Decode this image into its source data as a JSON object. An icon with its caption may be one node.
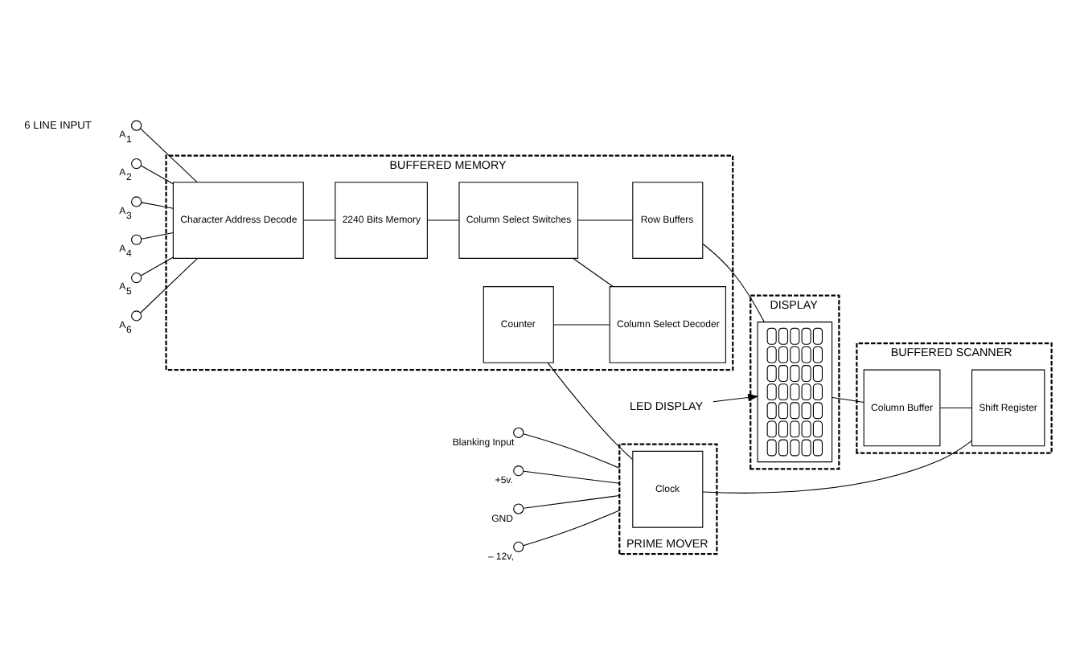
{
  "diagram": {
    "nodes": [
      {
        "text": [
          "BUFFERED MEMORY"
        ]
      },
      {
        "text": [
          "DISPLAY"
        ]
      },
      {
        "text": [
          "BUFFERED SCANNER"
        ]
      },
      {
        "text": [
          "PRIME MOVER"
        ]
      },
      {
        "text": [],
        "shape": "circle",
        "beside": [
          "A$_{1}$"
        ]
      },
      {
        "text": [],
        "shape": "circle",
        "beside": [
          "A$_{2}$"
        ]
      },
      {
        "text": [],
        "shape": "circle",
        "beside": [
          "A$_{3}$"
        ]
      },
      {
        "text": [],
        "shape": "circle",
        "beside": [
          "A$_{4}$"
        ]
      },
      {
        "text": [],
        "shape": "circle",
        "beside": [
          "A$_{5}$"
        ]
      },
      {
        "text": [],
        "shape": "circle",
        "beside": [
          "A$_{6}$"
        ]
      },
      {
        "text": [
          "Character Address Decode"
        ],
        "in": 0
      },
      {
        "text": [
          "2240 Bits Memory"
        ],
        "in": 0
      },
      {
        "text": [
          "Column Select Switches"
        ],
        "in": 0
      },
      {
        "text": [
          "Row Buffers"
        ],
        "in": 0
      },
      {
        "text": [],
        "shape": "picture",
        "in": 1
      },
      {
        "text": [
          "Counter"
        ],
        "in": 0
      },
      {
        "text": [
          "Column Select Decoder"
        ],
        "in": 0
      },
      {
        "text": [
          "Column Buffer"
        ],
        "in": 2
      },
      {
        "text": [
          "Shift Register"
        ],
        "in": 2
      },
      {
        "text": [
          "Clock"
        ],
        "in": 3
      },
      {
        "text": [],
        "shape": "circle",
        "beside": [
          "Blanking Input"
        ]
      },
      {
        "text": [],
        "shape": "circle",
        "beside": [
          "+5v."
        ]
      },
      {
        "text": [],
        "shape": "circle",
        "beside": [
          "GND"
        ]
      },
      {
        "text": [],
        "shape": "circle",
        "beside": [
          "– 12v,"
        ]
      },
      {
        "text": [
          "LED DISPLAY"
        ]
      }
    ],
    "edges": [
      {
        "from": 4,
        "to": 10,
        "arrow": "none"
      },
      {
        "from": 5,
        "to": 10,
        "arrow": "none"
      },
      {
        "from": 6,
        "to": 10,
        "arrow": "none"
      },
      {
        "from": 7,
        "to": 10,
        "arrow": "none"
      },
      {
        "from": 8,
        "to": 10,
        "arrow": "none"
      },
      {
        "from": 9,
        "to": 10,
        "arrow": "none"
      },
      {
        "from": 10,
        "to": 11,
        "arrow": "none"
      },
      {
        "from": 11,
        "to": 12,
        "arrow": "none"
      },
      {
        "from": 12,
        "to": 13,
        "arrow": "none"
      },
      {
        "from": 13,
        "to": 14,
        "arrow": "none"
      },
      {
        "from": 12,
        "to": 16,
        "arrow": "none"
      },
      {
        "from": 15,
        "to": 16,
        "arrow": "none"
      },
      {
        "from": 15,
        "to": 19,
        "arrow": "none"
      },
      {
        "from": 19,
        "to": 18,
        "arrow": "none"
      },
      {
        "from": 14,
        "to": 17,
        "arrow": "none"
      },
      {
        "from": 17,
        "to": 18,
        "arrow": "none"
      },
      {
        "from": 24,
        "to": 14,
        "arrow": "to"
      },
      {
        "from": 20,
        "to": 3,
        "arrow": "none"
      },
      {
        "from": 21,
        "to": 3,
        "arrow": "none"
      },
      {
        "from": 22,
        "to": 3,
        "arrow": "none"
      },
      {
        "from": 23,
        "to": 3,
        "arrow": "none"
      }
    ],
    "labels": [
      "6 LINE INPUT"
    ]
  }
}
